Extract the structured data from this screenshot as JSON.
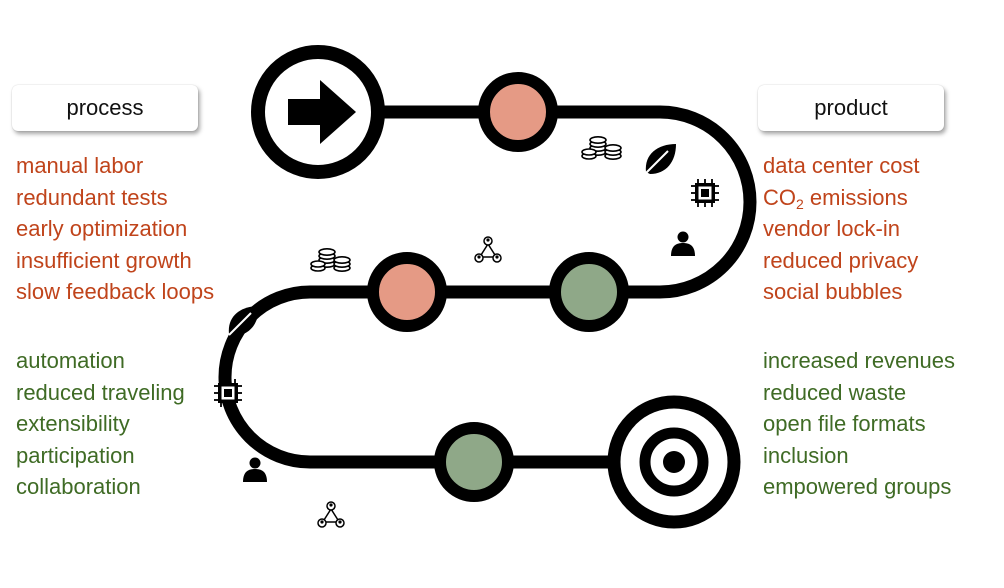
{
  "process": {
    "title": "process",
    "negatives": [
      "manual labor",
      "redundant tests",
      "early optimization",
      "insufficient growth",
      "slow feedback loops"
    ],
    "positives": [
      "automation",
      "reduced traveling",
      "extensibility",
      "participation",
      "collaboration"
    ]
  },
  "product": {
    "title": "product",
    "negatives": [
      {
        "text": "data center cost"
      },
      {
        "text": "CO",
        "sub": "2",
        "after": " emissions"
      },
      {
        "text": "vendor lock-in"
      },
      {
        "text": "reduced privacy"
      },
      {
        "text": "social bubbles"
      }
    ],
    "positives": [
      "increased revenues",
      "reduced waste",
      "open file formats",
      "inclusion",
      "empowered groups"
    ]
  },
  "colors": {
    "negative_text": "#c0441b",
    "positive_text": "#3f6b25",
    "negative_node": "#e59a85",
    "positive_node": "#8fa888",
    "path": "#000000"
  },
  "icons": [
    "start-arrow-icon",
    "target-icon",
    "coins-icon",
    "leaf-icon",
    "chip-icon",
    "person-icon",
    "network-icon"
  ]
}
